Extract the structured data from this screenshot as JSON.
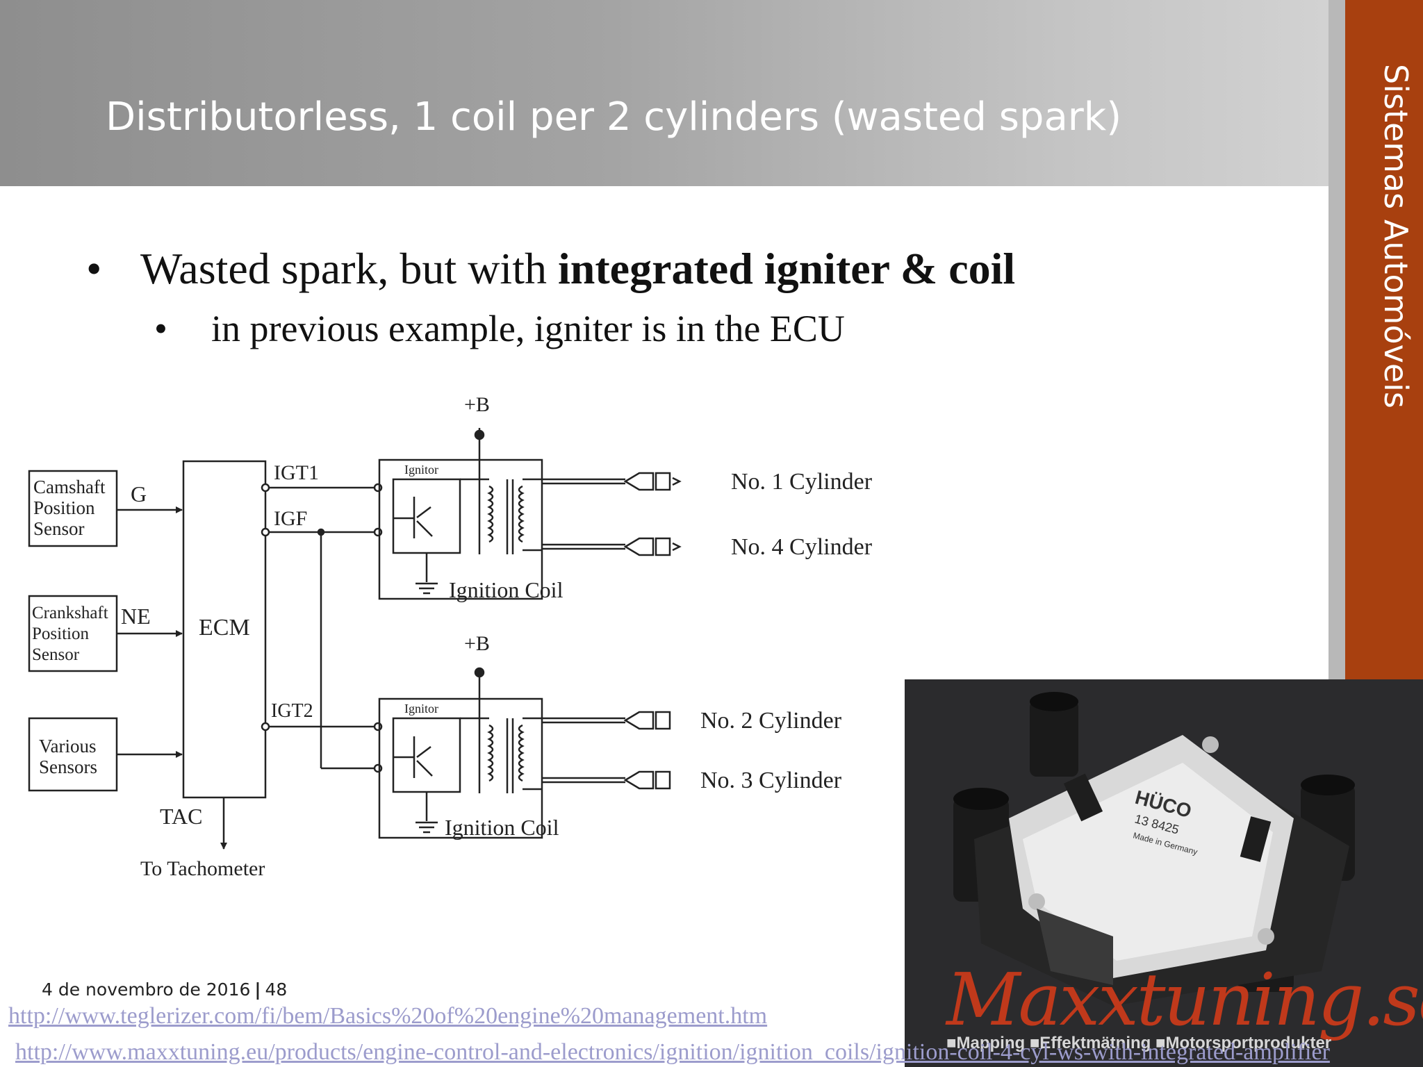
{
  "slide": {
    "title": "Distributorless, 1 coil per 2 cylinders (wasted spark)",
    "sidebar_text": "Sistemas Automóveis",
    "bullets": {
      "b1_dot": "•",
      "b1_text": "Wasted spark, but with ",
      "b1_bold": "integrated igniter & coil",
      "b2_dot": "•",
      "b2_text": "in previous example, igniter is in the ECU"
    },
    "footer": {
      "date": "4 de novembro de 2016",
      "separator": "|",
      "page": "48"
    },
    "links": {
      "link1": "http://www.teglerizer.com/fi/bem/Basics%20of%20engine%20management.htm",
      "link2": "http://www.maxxtuning.eu/products/engine-control-and-electronics/ignition/ignition_coils/ignition-coil-4-cyl-ws-with-integrated-amplifier"
    }
  },
  "diagram": {
    "sensor_camshaft": [
      "Camshaft",
      "Position",
      "Sensor"
    ],
    "sensor_crankshaft": [
      "Crankshaft",
      "Position",
      "Sensor"
    ],
    "sensor_various": [
      "Various",
      "Sensors"
    ],
    "sig_g": "G",
    "sig_ne": "NE",
    "ecm": "ECM",
    "igt1": "IGT1",
    "igf": "IGF",
    "igt2": "IGT2",
    "tac": "TAC",
    "to_tach": "To Tachometer",
    "plus_b_top": "+B",
    "plus_b_bottom": "+B",
    "ignitor_top": "Ignitor",
    "ignitor_bottom": "Ignitor",
    "coil_top": "Ignition Coil",
    "coil_bottom": "Ignition Coil",
    "cyl1": "No. 1 Cylinder",
    "cyl4": "No. 4 Cylinder",
    "cyl2": "No. 2 Cylinder",
    "cyl3": "No. 3 Cylinder"
  },
  "photo": {
    "brand": "HÜCO",
    "part_number": "13 8425",
    "made_in": "Made in Germany",
    "watermark": "Maxxtuning.se",
    "watermark_sub": "■Mapping ■Effektmätning ■Motorsportprodukter"
  }
}
